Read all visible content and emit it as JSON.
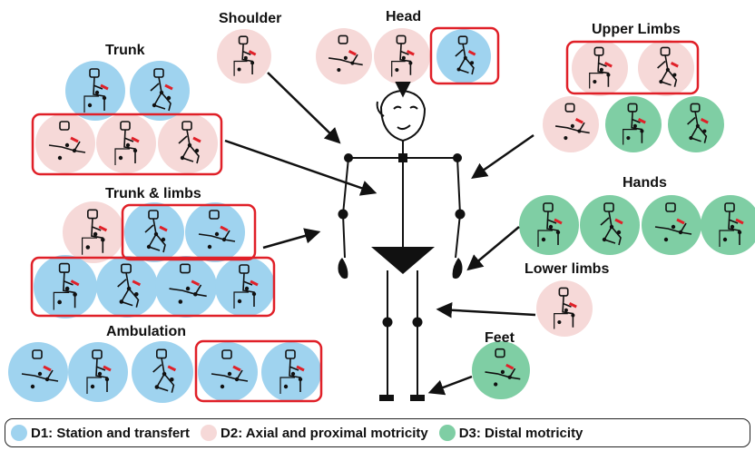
{
  "colors": {
    "d1": "#9fd3ef",
    "d2": "#f6d9d8",
    "d3": "#7fcea4",
    "frame": "#e02028",
    "arrow": "#111111",
    "motion": "#e02028"
  },
  "labels": {
    "shoulder": "Shoulder",
    "head": "Head",
    "upper_limbs": "Upper Limbs",
    "trunk": "Trunk",
    "trunk_limbs": "Trunk & limbs",
    "hands": "Hands",
    "lower_limbs": "Lower limbs",
    "ambulation": "Ambulation",
    "feet": "Feet"
  },
  "legend": [
    {
      "key": "d1",
      "text": "D1: Station and transfert"
    },
    {
      "key": "d2",
      "text": "D2: Axial and proximal motricity"
    },
    {
      "key": "d3",
      "text": "D3: Distal motricity"
    }
  ],
  "groups": {
    "shoulder": [
      "d2"
    ],
    "head": [
      "d2",
      "d2",
      "d1"
    ],
    "upper_limbs": [
      "d2",
      "d2",
      "d2",
      "d3",
      "d3"
    ],
    "trunk": [
      "d1",
      "d1",
      "d2",
      "d2",
      "d2"
    ],
    "trunk_limbs": [
      "d2",
      "d1",
      "d1",
      "d1",
      "d1",
      "d1",
      "d1"
    ],
    "hands": [
      "d3",
      "d3",
      "d3",
      "d3"
    ],
    "lower_limbs": [
      "d2"
    ],
    "ambulation": [
      "d1",
      "d1",
      "d1",
      "d1",
      "d1"
    ],
    "feet": [
      "d3"
    ]
  }
}
